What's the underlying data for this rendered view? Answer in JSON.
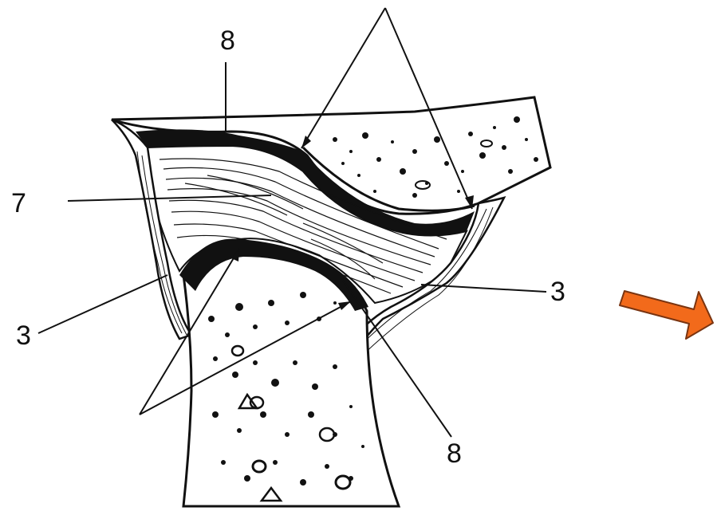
{
  "labels": {
    "top_left_8": "8",
    "left_7": "7",
    "left_3": "3",
    "right_3": "3",
    "bottom_8": "8"
  },
  "colors": {
    "ink": "#111111",
    "background": "#ffffff",
    "arrow_fill": "#f26a1b",
    "arrow_stroke": "#7a3410"
  },
  "icons": {
    "next_arrow": "right-arrow-icon"
  }
}
